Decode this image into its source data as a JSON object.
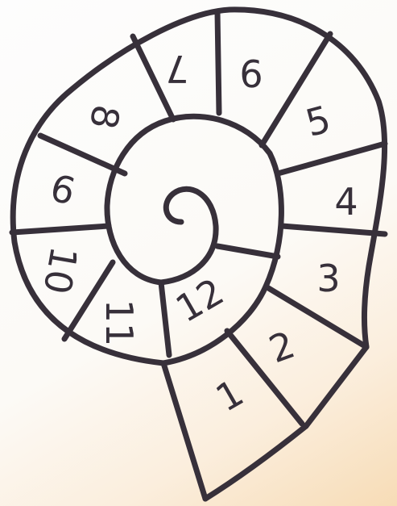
{
  "spiral": {
    "cells": [
      {
        "key": "c1",
        "label": "1"
      },
      {
        "key": "c2",
        "label": "2"
      },
      {
        "key": "c3",
        "label": "3"
      },
      {
        "key": "c4",
        "label": "4"
      },
      {
        "key": "c5",
        "label": "5"
      },
      {
        "key": "c6",
        "label": "6"
      },
      {
        "key": "c7",
        "label": "7"
      },
      {
        "key": "c8",
        "label": "8"
      },
      {
        "key": "c9",
        "label": "9"
      },
      {
        "key": "c10",
        "label": "10"
      },
      {
        "key": "c11",
        "label": "11"
      },
      {
        "key": "c12",
        "label": "12"
      }
    ]
  }
}
